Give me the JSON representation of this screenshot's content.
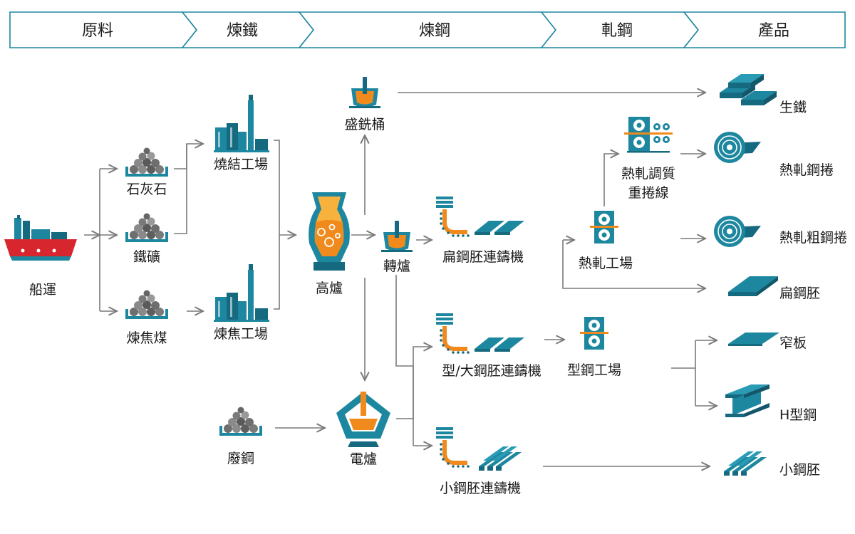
{
  "colors": {
    "teal": "#1e87a0",
    "teal_dark": "#166a80",
    "orange": "#f08a1c",
    "red": "#d8262e",
    "rock": "#6e6e6e",
    "line": "#7a7a7a"
  },
  "stages": [
    "原料",
    "煉鐵",
    "煉鋼",
    "軋鋼",
    "產品"
  ],
  "nodes": {
    "ship": "船運",
    "limestone": "石灰石",
    "iron_ore": "鐵礦",
    "coking_coal": "煉焦煤",
    "sinter_plant": "燒結工場",
    "coke_plant": "煉焦工場",
    "blast_furnace": "高爐",
    "ladle": "盛銑桶",
    "converter": "轉爐",
    "scrap": "廢鋼",
    "eaf": "電爐",
    "slab_caster": "扁鋼胚連鑄機",
    "bloom_caster": "型/大鋼胚連鑄機",
    "billet_caster": "小鋼胚連鑄機",
    "hot_strip_mill": "熱軋工場",
    "temper_line_1": "熱軋調質",
    "temper_line_2": "重捲線",
    "section_mill": "型鋼工場"
  },
  "products": {
    "pig_iron": "生鐵",
    "hr_coil": "熱軋鋼捲",
    "hr_black_coil": "熱軋粗鋼捲",
    "slab": "扁鋼胚",
    "narrow_strip": "窄板",
    "h_beam": "H型鋼",
    "billet": "小鋼胚"
  },
  "icons": [
    "ship-icon",
    "rock-pile-icon",
    "factory-icon",
    "blast-furnace-icon",
    "ladle-icon",
    "electric-furnace-icon",
    "caster-icon",
    "rolling-mill-icon",
    "ingot-icon",
    "steel-coil-icon",
    "slab-icon",
    "h-beam-icon",
    "billet-icon"
  ]
}
